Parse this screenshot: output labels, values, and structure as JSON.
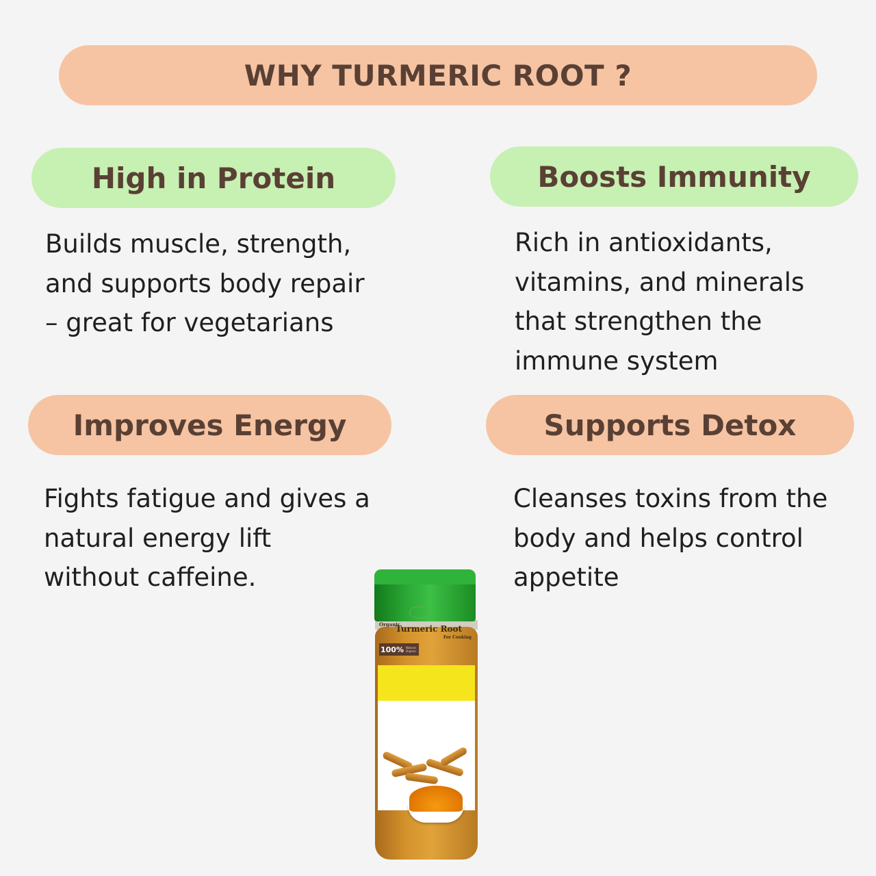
{
  "title": "WHY TURMERIC ROOT ?",
  "benefits": [
    {
      "heading": "High in Protein",
      "lines": [
        "Builds muscle, strength,",
        "and supports body repair",
        "– great for vegetarians"
      ]
    },
    {
      "heading": "Boosts Immunity",
      "lines": [
        "Rich in antioxidants,",
        "vitamins, and minerals",
        "that strengthen the",
        "immune system"
      ]
    },
    {
      "heading": "Improves Energy",
      "lines": [
        "Fights fatigue and gives a",
        "natural energy lift",
        "without caffeine."
      ]
    },
    {
      "heading": "Supports Detox",
      "lines": [
        "Cleanses toxins from the",
        "body and helps control",
        "appetite"
      ]
    }
  ],
  "product": {
    "label_organic": "Organic",
    "label_name": "Turmeric Root",
    "label_sub": "For Cooking",
    "badge_percent": "100%",
    "badge_text": "Natural Organic"
  },
  "colors": {
    "background": "#f4f4f4",
    "peach": "#f6c4a3",
    "green": "#c7f0b3",
    "heading_text": "#5a4034",
    "body_text": "#1f1f1f",
    "cap_green": "#2aa634"
  }
}
